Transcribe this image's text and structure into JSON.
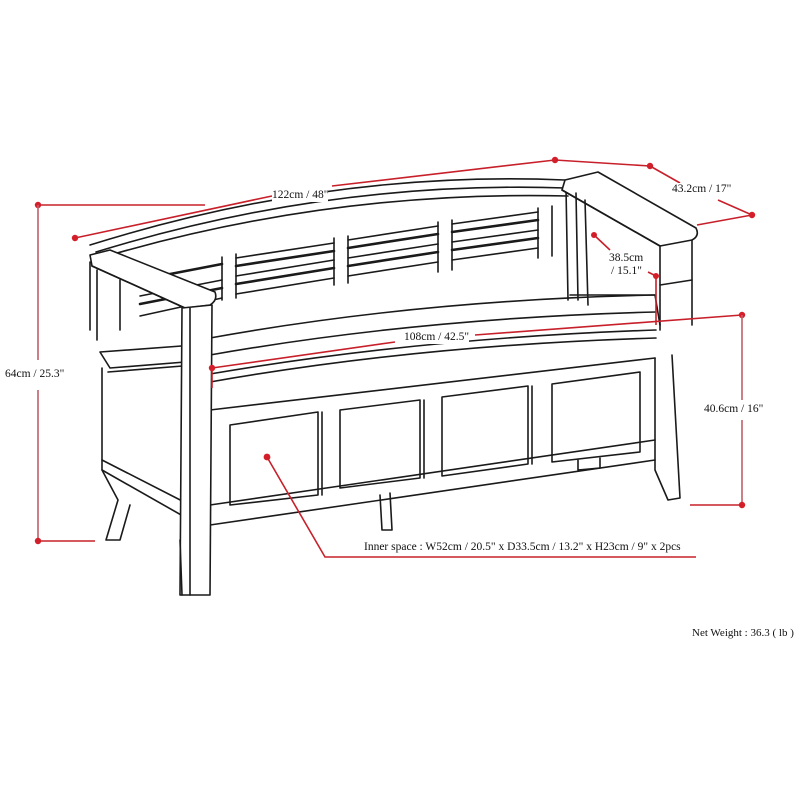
{
  "diagram": {
    "subject": "Storage bench with slatted back and 4-panel front",
    "colors": {
      "line": "#1a1a1a",
      "dimension": "#c8202a",
      "background": "#ffffff"
    },
    "dimensions": {
      "overall_width": "122cm / 48\"",
      "depth": "43.2cm / 17\"",
      "back_height_above_seat_line1": "38.5cm",
      "back_height_above_seat_line2": "/ 15.1\"",
      "seat_width": "108cm / 42.5\"",
      "overall_height": "64cm / 25.3\"",
      "seat_height": "40.6cm / 16\"",
      "inner_space": "Inner space : W52cm / 20.5\" x D33.5cm / 13.2\" x H23cm / 9\" x 2pcs"
    },
    "net_weight": "Net Weight : 36.3 ( lb )"
  }
}
